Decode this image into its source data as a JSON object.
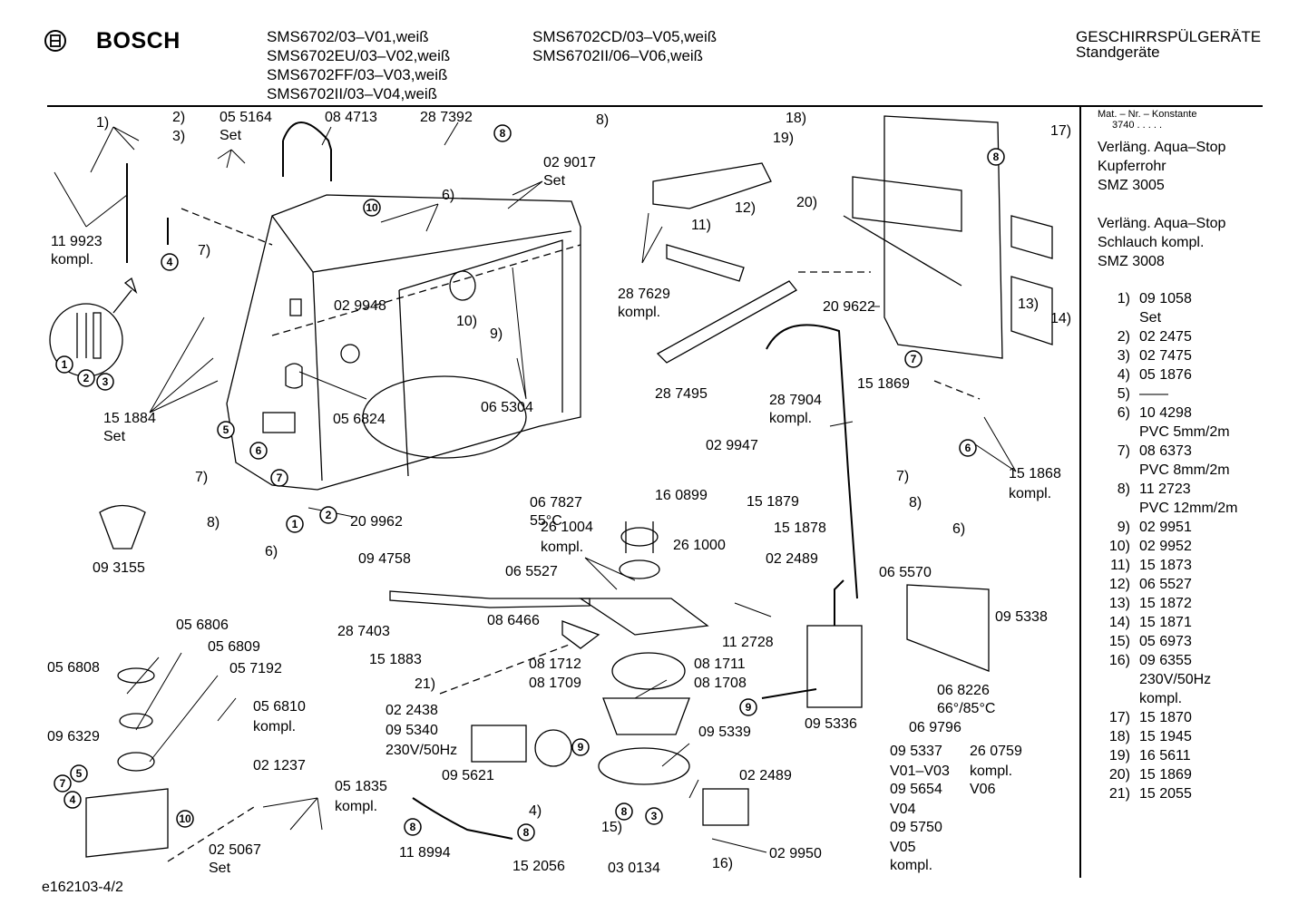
{
  "header": {
    "brand": "BOSCH",
    "models_col1": [
      "SMS6702/03–V01,weiß",
      "SMS6702EU/03–V02,weiß",
      "SMS6702FF/03–V03,weiß",
      "SMS6702II/03–V04,weiß"
    ],
    "models_col2": [
      "SMS6702CD/03–V05,weiß",
      "SMS6702II/06–V06,weiß"
    ],
    "category": "GESCHIRRSPÜLGERÄTE",
    "subcategory": "Standgeräte"
  },
  "sidebar": {
    "mat_header": "Mat. – Nr. – Konstante",
    "mat_value": "3740 . . . . .",
    "note1": [
      "Verläng. Aqua–Stop",
      "Kupferrohr",
      "SMZ 3005"
    ],
    "note2": [
      "Verläng. Aqua–Stop",
      "Schlauch kompl.",
      "SMZ 3008"
    ],
    "parts": [
      {
        "k": "1)",
        "v": "09 1058"
      },
      {
        "k": "",
        "v": "Set"
      },
      {
        "k": "2)",
        "v": "02 2475"
      },
      {
        "k": "3)",
        "v": "02 7475"
      },
      {
        "k": "4)",
        "v": "05 1876"
      },
      {
        "k": "5)",
        "v": "——"
      },
      {
        "k": "6)",
        "v": "10 4298"
      },
      {
        "k": "",
        "v": "PVC 5mm/2m"
      },
      {
        "k": "7)",
        "v": "08 6373"
      },
      {
        "k": "",
        "v": "PVC 8mm/2m"
      },
      {
        "k": "8)",
        "v": "11 2723"
      },
      {
        "k": "",
        "v": "PVC 12mm/2m"
      },
      {
        "k": "9)",
        "v": "02 9951"
      },
      {
        "k": "10)",
        "v": "02 9952"
      },
      {
        "k": "11)",
        "v": "15 1873"
      },
      {
        "k": "12)",
        "v": "06 5527"
      },
      {
        "k": "13)",
        "v": "15 1872"
      },
      {
        "k": "14)",
        "v": "15 1871"
      },
      {
        "k": "15)",
        "v": "05 6973"
      },
      {
        "k": "16)",
        "v": "09 6355"
      },
      {
        "k": "",
        "v": "230V/50Hz"
      },
      {
        "k": "",
        "v": "kompl."
      },
      {
        "k": "17)",
        "v": "15 1870"
      },
      {
        "k": "18)",
        "v": "15 1945"
      },
      {
        "k": "19)",
        "v": "16 5611"
      },
      {
        "k": "20)",
        "v": "15 1869"
      },
      {
        "k": "21)",
        "v": "15 2055"
      }
    ]
  },
  "footer": {
    "code": "e162103-4/2"
  },
  "labels": {
    "l1": "1)",
    "l2": "2)",
    "l3": "3)",
    "l_055164": "05 5164",
    "l_set1": "Set",
    "l_084713": "08 4713",
    "l_287392": "28 7392",
    "l_8a": "8)",
    "l_029017": "02 9017",
    "l_set2": "Set",
    "l_6a": "6)",
    "l_119923": "11 9923",
    "l_kompl1": "kompl.",
    "l_7a": "7)",
    "l_029948": "02 9948",
    "l_10a": "10)",
    "l_9a": "9)",
    "l_151884": "15 1884",
    "l_set3": "Set",
    "l_056824": "05 6824",
    "l_065304": "06 5304",
    "l_7b": "7)",
    "l_8b": "8)",
    "l_6b": "6)",
    "l_209962": "20 9962",
    "l_094758": "09 4758",
    "l_093155": "09 3155",
    "l_067827": "06 7827",
    "l_55c": "55°C",
    "l_18": "18)",
    "l_19": "19)",
    "l_20": "20)",
    "l_17": "17)",
    "l_11": "11)",
    "l_12": "12)",
    "l_287629": "28 7629",
    "l_kompl2": "kompl.",
    "l_209622": "20 9622",
    "l_13": "13)",
    "l_14": "14)",
    "l_287495": "28 7495",
    "l_287904": "28 7904",
    "l_kompl3": "kompl.",
    "l_029947": "02 9947",
    "l_151869": "15 1869",
    "l_151879": "15 1879",
    "l_151878": "15 1878",
    "l_7c": "7)",
    "l_8c": "8)",
    "l_6c": "6)",
    "l_151868": "15 1868",
    "l_kompl4": "kompl.",
    "l_160899": "16 0899",
    "l_261004": "26 1004",
    "l_kompl5": "kompl.",
    "l_261000": "26 1000",
    "l_065527": "06 5527",
    "l_287403": "28 7403",
    "l_086466": "08 6466",
    "l_112728": "11 2728",
    "l_151883": "15 1883",
    "l_21": "21)",
    "l_081712": "08 1712",
    "l_081711": "08 1711",
    "l_081709": "08 1709",
    "l_081708": "08 1708",
    "l_022489a": "02 2489",
    "l_065570": "06 5570",
    "l_095338": "09 5338",
    "l_068226": "06 8226",
    "l_6685": "66°/85°C",
    "l_095336": "09 5336",
    "l_069796": "06 9796",
    "l_022438": "02 2438",
    "l_095340": "09 5340",
    "l_230v": "230V/50Hz",
    "l_095339": "09 5339",
    "l_095621": "09 5621",
    "l_4a": "4)",
    "l_15": "15)",
    "l_022489b": "02 2489",
    "l_029950": "02 9950",
    "l_16": "16)",
    "l_118994": "11 8994",
    "l_152056": "15 2056",
    "l_030134": "03 0134",
    "l_056806": "05 6806",
    "l_056809": "05 6809",
    "l_056808": "05 6808",
    "l_057192": "05 7192",
    "l_096329": "09 6329",
    "l_056810": "05 6810",
    "l_kompl6": "kompl.",
    "l_021237": "02 1237",
    "l_051835": "05 1835",
    "l_kompl7": "kompl.",
    "l_025067": "02 5067",
    "l_set4": "Set",
    "l_095337": "09 5337",
    "l_v0103": "V01–V03",
    "l_095654": "09 5654",
    "l_v04": "V04",
    "l_095750": "09 5750",
    "l_v05": "V05",
    "l_kompl8": "kompl.",
    "l_260759": "26 0759",
    "l_kompl9": "kompl.",
    "l_v06": "V06"
  },
  "circled": [
    "1",
    "2",
    "3",
    "4",
    "5",
    "6",
    "7",
    "8",
    "9",
    "10"
  ]
}
